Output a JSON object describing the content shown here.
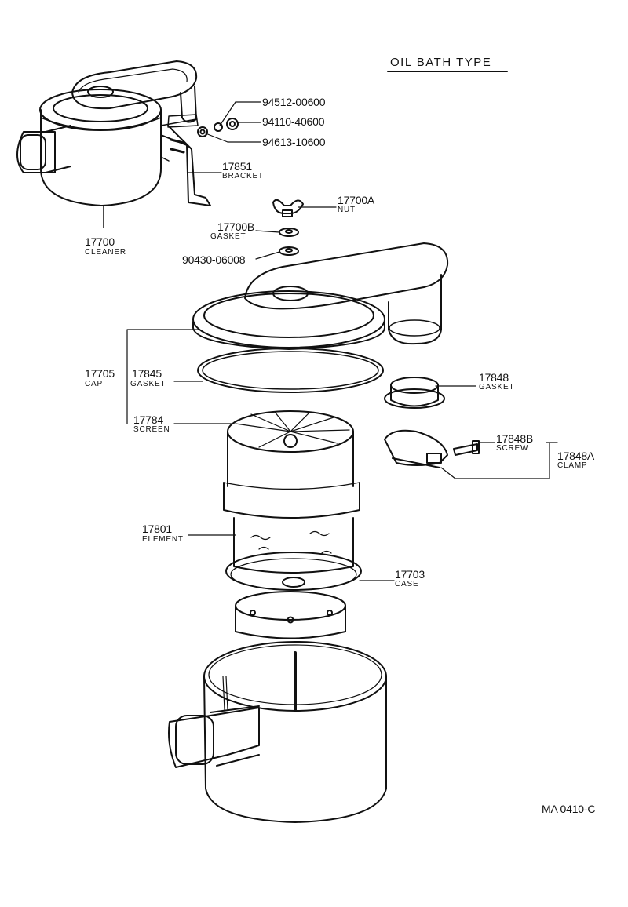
{
  "title": "OIL BATH TYPE",
  "drawing_code": "MA  0410-C",
  "parts": {
    "p94512": {
      "number": "94512-00600"
    },
    "p94110": {
      "number": "94110-40600"
    },
    "p94613": {
      "number": "94613-10600"
    },
    "p17851": {
      "number": "17851",
      "name": "BRACKET"
    },
    "p17700a": {
      "number": "17700A",
      "name": "NUT"
    },
    "p17700b": {
      "number": "17700B",
      "name": "GASKET"
    },
    "p90430": {
      "number": "90430-06008"
    },
    "p17700": {
      "number": "17700",
      "name": "CLEANER"
    },
    "p17705": {
      "number": "17705",
      "name": "CAP"
    },
    "p17845": {
      "number": "17845",
      "name": "GASKET"
    },
    "p17784": {
      "number": "17784",
      "name": "SCREEN"
    },
    "p17848": {
      "number": "17848",
      "name": "GASKET"
    },
    "p17848b": {
      "number": "17848B",
      "name": "SCREW"
    },
    "p17848a": {
      "number": "17848A",
      "name": "CLAMP"
    },
    "p17801": {
      "number": "17801",
      "name": "ELEMENT"
    },
    "p17703": {
      "number": "17703",
      "name": "CASE"
    }
  }
}
